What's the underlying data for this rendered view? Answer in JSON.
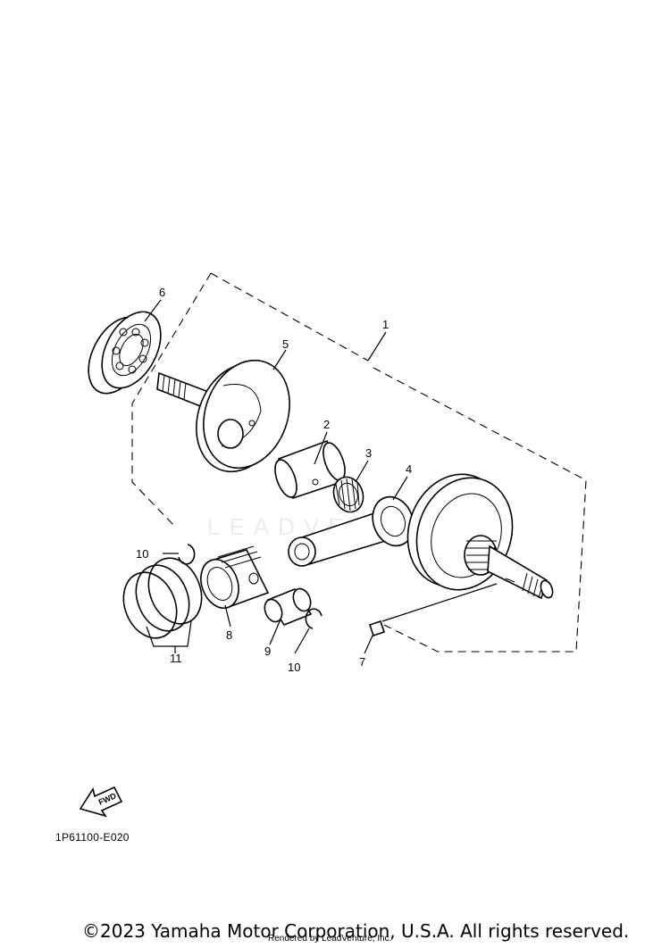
{
  "diagram": {
    "callouts": {
      "c1": "1",
      "c2": "2",
      "c3": "3",
      "c4": "4",
      "c5": "5",
      "c6": "6",
      "c7": "7",
      "c8": "8",
      "c9": "9",
      "c10a": "10",
      "c10b": "10",
      "c11": "11"
    },
    "fwd_label": "FWD",
    "code": "1P61100-E020",
    "watermark": "LEADVENTURE"
  },
  "footer": {
    "copyright": "©2023 Yamaha Motor Corporation, U.S.A. All rights reserved.",
    "rendered_by": "Rendered by LeadVenture, Inc."
  }
}
